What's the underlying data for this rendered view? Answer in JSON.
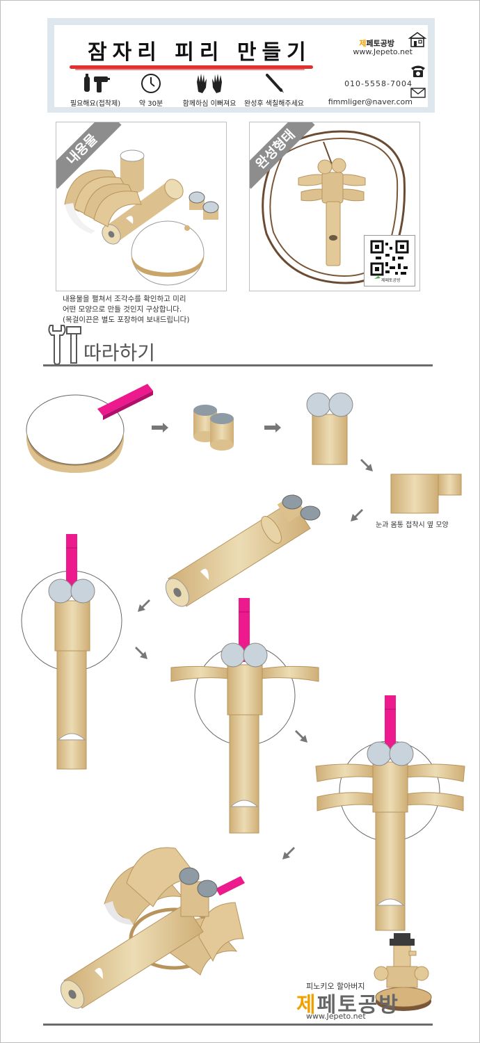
{
  "header": {
    "title": "잠자리 피리 만들기",
    "brand_prefix": "제",
    "brand_rest": "페토공방",
    "website": "www.Jepeto.net",
    "phone": "010-5558-7004",
    "email": "fimmliger@naver.com",
    "requirements": [
      {
        "icon": "glue-gun-icon",
        "label": "필요해요(접착제)"
      },
      {
        "icon": "clock-icon",
        "label": "약 30분"
      },
      {
        "icon": "hands-icon",
        "label": "함께하심 이뻐져요"
      },
      {
        "icon": "pencil-icon",
        "label": "완성후 색칠해주세요"
      }
    ]
  },
  "photos": {
    "contents_label": "내용물",
    "finished_label": "완성형태",
    "qr_label": "제페토공방"
  },
  "note": {
    "lines": [
      "내용물을 펼쳐서 조각수를 확인하고 미리",
      "어떤 모양으로 만들 것인지 구상합니다.",
      "(목걸이끈은  별도 포장하여 보내드립니다)"
    ]
  },
  "section": {
    "title": "따라하기",
    "side_caption": "눈과 몸통 접착시 옆 모양"
  },
  "footer": {
    "subtitle": "피노키오 할아버지",
    "brand_prefix": "제",
    "brand_rest": "페토공방",
    "website": "www.Jepeto.net"
  },
  "colors": {
    "wood": "#dcc08e",
    "wood_dark": "#b8945c",
    "wood_light": "#ecdcb4",
    "magenta": "#ec1a8c",
    "eye_gray": "#c9d3dc",
    "header_bg": "#dfe7ee",
    "accent_red": "#e03030",
    "brand_orange": "#f0a000"
  }
}
